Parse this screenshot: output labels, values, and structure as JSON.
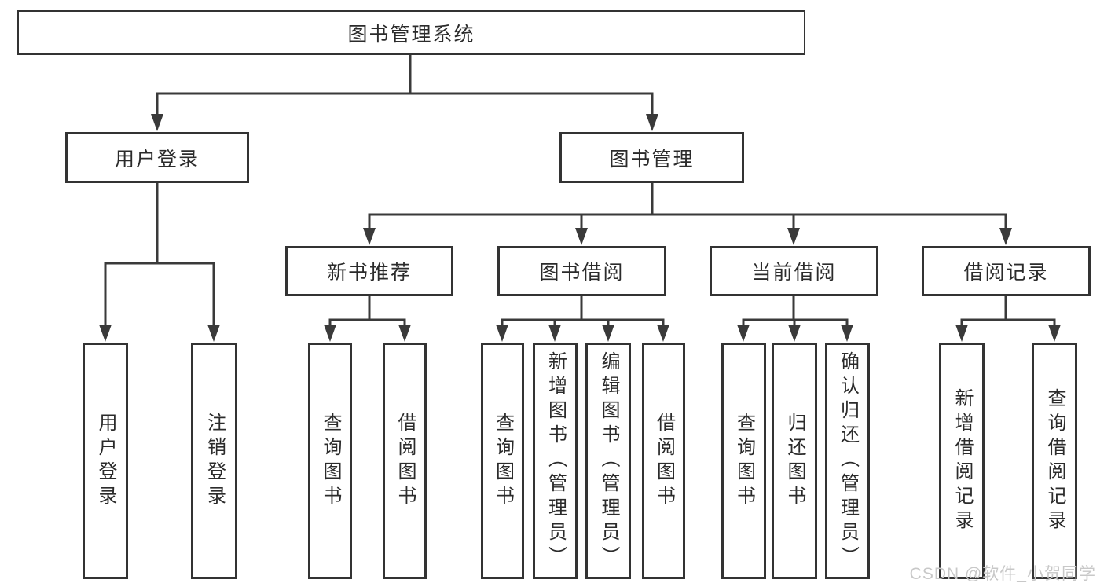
{
  "diagram_title": "图书管理系统",
  "tree": {
    "root": {
      "label": "图书管理系统"
    },
    "user_login_module": {
      "label": "用户登录",
      "children": {
        "login": {
          "label": "用户登录"
        },
        "logout": {
          "label": "注销登录"
        }
      }
    },
    "book_mgmt": {
      "label": "图书管理",
      "children": {
        "new_book_rec": {
          "label": "新书推荐",
          "children": {
            "query_books": {
              "label": "查询图书"
            },
            "borrow_books": {
              "label": "借阅图书"
            }
          }
        },
        "book_borrow": {
          "label": "图书借阅",
          "children": {
            "query_books": {
              "label": "查询图书"
            },
            "add_books": {
              "label": "新增图书（管理员）"
            },
            "edit_books": {
              "label": "编辑图书（管理员）"
            },
            "borrow_books": {
              "label": "借阅图书"
            }
          }
        },
        "current_borrow": {
          "label": "当前借阅",
          "children": {
            "query_books": {
              "label": "查询图书"
            },
            "return_books": {
              "label": "归还图书"
            },
            "confirm_return": {
              "label": "确认归还（管理员）"
            }
          }
        },
        "borrow_records": {
          "label": "借阅记录",
          "children": {
            "add_record": {
              "label": "新增借阅记录"
            },
            "query_record": {
              "label": "查询借阅记录"
            }
          }
        }
      }
    }
  },
  "watermark": {
    "text": "CSDN @软件_小贺同学"
  },
  "colors": {
    "line": "#3a3a3a",
    "box_border": "#333333",
    "text": "#2b2b2b",
    "watermark": "#c8c8c8",
    "background": "#ffffff"
  }
}
